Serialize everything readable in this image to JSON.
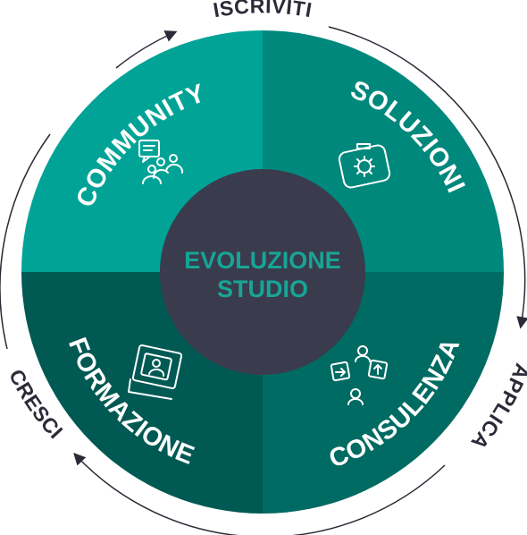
{
  "center": {
    "line1": "EVOLUZIONE",
    "line2": "STUDIO",
    "color": "#3a3b4d",
    "text_color": "#17a596"
  },
  "quadrants": {
    "community": {
      "label": "COMMUNITY",
      "color": "#00a396",
      "icon": "community-chat-icon"
    },
    "soluzioni": {
      "label": "SOLUZIONI",
      "color": "#00887c",
      "icon": "gear-briefcase-icon"
    },
    "formazione": {
      "label": "FORMAZIONE",
      "color": "#005953",
      "icon": "video-lesson-icon"
    },
    "consulenza": {
      "label": "CONSULENZA",
      "color": "#006b62",
      "icon": "consultation-icon"
    }
  },
  "cycle": {
    "top": "ISCRIVITI",
    "right": "APPLICA",
    "left": "CRESCI"
  }
}
